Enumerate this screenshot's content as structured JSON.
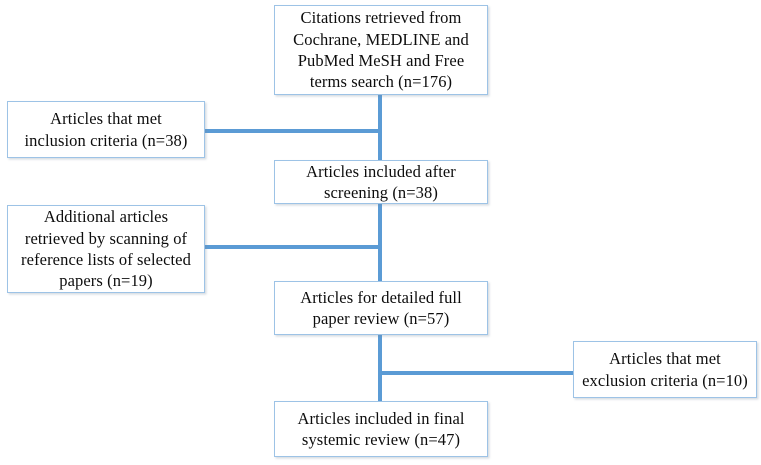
{
  "diagram": {
    "title": "PRISMA-style literature selection flow diagram",
    "colors": {
      "box_border": "#9dc3e6",
      "connector": "#5b9bd5",
      "box_fill": "#ffffff",
      "text": "#0d0d0d"
    },
    "nodes": [
      {
        "id": "citations-retrieved",
        "text": "Citations retrieved from\nCochrane, MEDLINE and\nPubMed MeSH and Free\nterms search (n=176)",
        "count": 176
      },
      {
        "id": "met-inclusion-criteria",
        "text": "Articles that met\ninclusion criteria (n=38)",
        "count": 38
      },
      {
        "id": "included-after-screening",
        "text": "Articles included after\nscreening (n=38)",
        "count": 38
      },
      {
        "id": "additional-articles",
        "text": "Additional articles\nretrieved by scanning of\nreference lists of selected\npapers (n=19)",
        "count": 19
      },
      {
        "id": "detailed-full-paper-review",
        "text": "Articles for detailed full\npaper review (n=57)",
        "count": 57
      },
      {
        "id": "met-exclusion-criteria",
        "text": "Articles that met\nexclusion criteria (n=10)",
        "count": 10
      },
      {
        "id": "included-final-review",
        "text": "Articles included in final\nsystemic review (n=47)",
        "count": 47
      }
    ]
  },
  "chart_data": {
    "type": "diagram",
    "title": "Study selection flow",
    "nodes": [
      {
        "label": "Citations retrieved from Cochrane, MEDLINE and PubMed MeSH and Free terms search",
        "n": 176
      },
      {
        "label": "Articles that met inclusion criteria",
        "n": 38
      },
      {
        "label": "Articles included after screening",
        "n": 38
      },
      {
        "label": "Additional articles retrieved by scanning of reference lists of selected papers",
        "n": 19
      },
      {
        "label": "Articles for detailed full paper review",
        "n": 57
      },
      {
        "label": "Articles that met exclusion criteria",
        "n": 10
      },
      {
        "label": "Articles included in final systemic review",
        "n": 47
      }
    ],
    "edges": [
      {
        "from": "Citations retrieved from Cochrane, MEDLINE and PubMed MeSH and Free terms search",
        "to": "Articles included after screening"
      },
      {
        "from": "Articles that met inclusion criteria",
        "to": "Articles included after screening"
      },
      {
        "from": "Articles included after screening",
        "to": "Articles for detailed full paper review"
      },
      {
        "from": "Additional articles retrieved by scanning of reference lists of selected papers",
        "to": "Articles for detailed full paper review"
      },
      {
        "from": "Articles for detailed full paper review",
        "to": "Articles included in final systemic review"
      },
      {
        "from": "Articles for detailed full paper review",
        "to": "Articles that met exclusion criteria"
      }
    ]
  }
}
